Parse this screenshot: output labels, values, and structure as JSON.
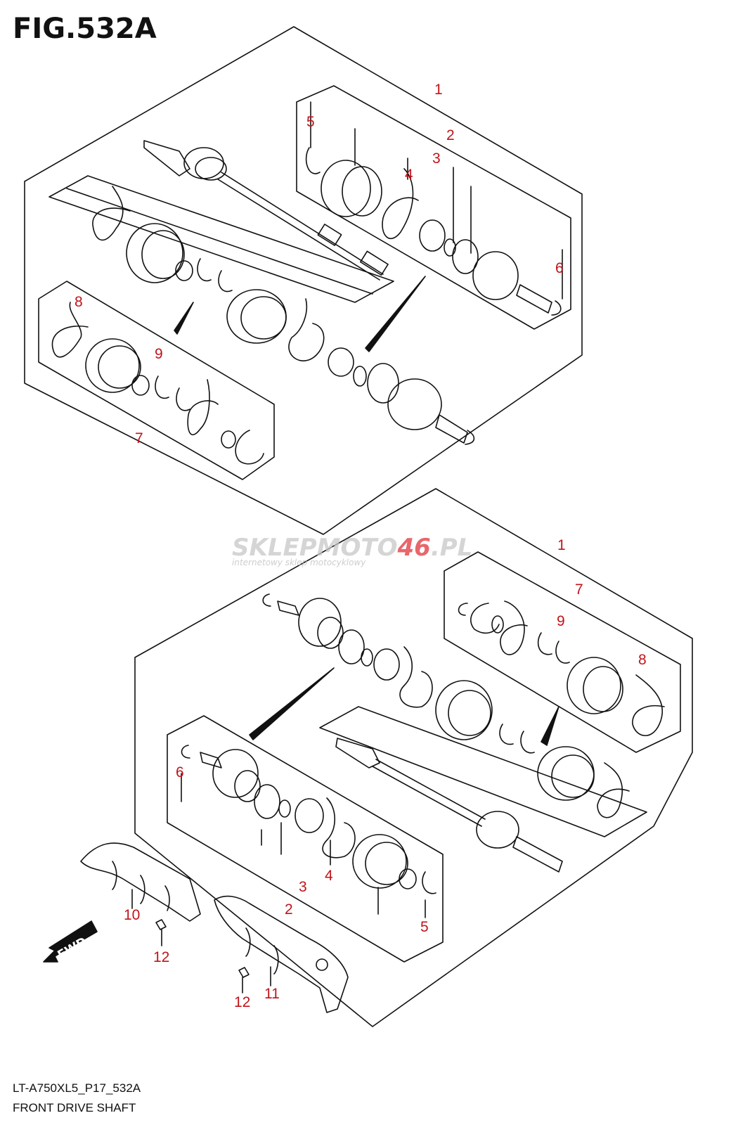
{
  "figure": {
    "title": "FIG.532A",
    "model_code": "LT-A750XL5_P17_532A",
    "caption": "FRONT DRIVE SHAFT"
  },
  "watermark": {
    "brand_part1": "SKLEP",
    "brand_part2": "MOTO",
    "brand_part3": "46",
    "brand_part4": ".PL",
    "tagline": "internetowy sklep motocyklowy"
  },
  "fwd_label": "FWD",
  "colors": {
    "line": "#111111",
    "callout": "#c0141a",
    "watermark_gray": "#c8c8c8",
    "watermark_red": "#e0353a"
  },
  "callouts_upper": [
    "1",
    "2",
    "3",
    "4",
    "5",
    "6",
    "7",
    "8",
    "9"
  ],
  "callouts_lower": [
    "1",
    "7",
    "9",
    "8",
    "6",
    "3",
    "4",
    "2",
    "5",
    "10",
    "11",
    "12",
    "12"
  ],
  "icons": {
    "fwd": "fwd-arrow-icon"
  }
}
